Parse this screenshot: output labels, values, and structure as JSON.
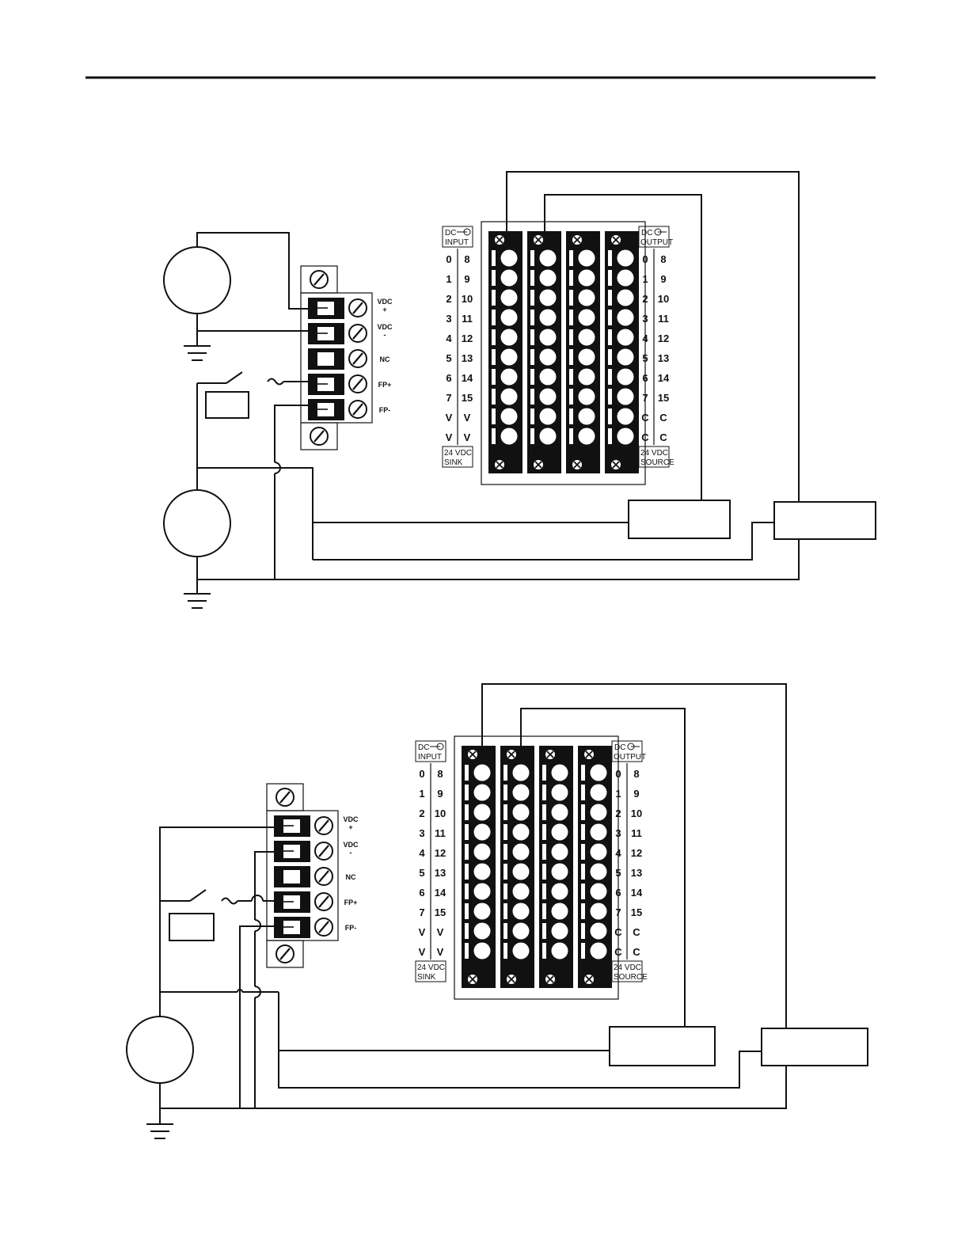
{
  "colors": {
    "ink": "#111111",
    "paper": "#ffffff"
  },
  "power_terminal": {
    "labels": [
      {
        "line1": "VDC",
        "line2": "+"
      },
      {
        "line1": "VDC",
        "line2": "-"
      },
      {
        "line1": "NC",
        "line2": ""
      },
      {
        "line1": "FP+",
        "line2": ""
      },
      {
        "line1": "FP-",
        "line2": ""
      }
    ]
  },
  "io_block": {
    "input_header_line1": "DC",
    "input_header_line2": "INPUT",
    "output_header_line1": "DC",
    "output_header_line2": "OUTPUT",
    "input_left_numbers": [
      "0",
      "1",
      "2",
      "3",
      "4",
      "5",
      "6",
      "7",
      "V",
      "V"
    ],
    "input_right_numbers": [
      "8",
      "9",
      "10",
      "11",
      "12",
      "13",
      "14",
      "15",
      "V",
      "V"
    ],
    "output_left_numbers": [
      "0",
      "1",
      "2",
      "3",
      "4",
      "5",
      "6",
      "7",
      "C",
      "C"
    ],
    "output_right_numbers": [
      "8",
      "9",
      "10",
      "11",
      "12",
      "13",
      "14",
      "15",
      "C",
      "C"
    ],
    "input_footer_line1": "24 VDC",
    "input_footer_line2": "SINK",
    "output_footer_line1": "24 VDC",
    "output_footer_line2": "SOURCE"
  }
}
